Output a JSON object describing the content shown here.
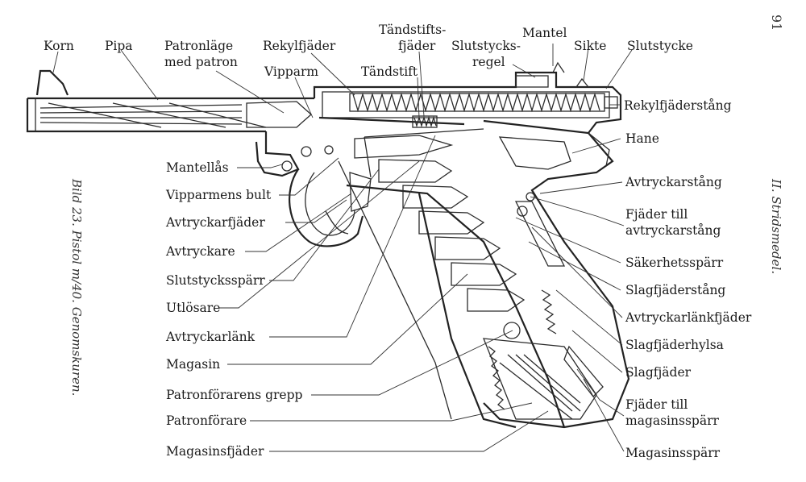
{
  "page_number": "91",
  "caption": "Bild 23. Pistol m/40. Genomskuren.",
  "side_heading": "II. Stridsmedel.",
  "labels": {
    "korn": "Korn",
    "pipa": "Pipa",
    "patronlage_1": "Patronläge",
    "patronlage_2": "med patron",
    "rekylfjader": "Rekylfjäder",
    "vipparm": "Vipparm",
    "tandstiftsfjader_1": "Tändstifts-",
    "tandstiftsfjader_2": "fjäder",
    "tandstift": "Tändstift",
    "slutstycksregel_1": "Slutstycks-",
    "slutstycksregel_2": "regel",
    "mantel": "Mantel",
    "sikte": "Sikte",
    "slutstycke": "Slutstycke",
    "rekylfjaderstang": "Rekylfjäderstång",
    "hane": "Hane",
    "mantellas": "Mantellås",
    "vipparmens_bult": "Vipparmens bult",
    "avtryckarfjader": "Avtryckarfjäder",
    "avtryckare": "Avtryckare",
    "slutstycksparr": "Slutstycksspärr",
    "utlosare": "Utlösare",
    "avtryckarlank": "Avtryckarlänk",
    "magasin": "Magasin",
    "patronforarens_grepp": "Patronförarens grepp",
    "patronforare": "Patronförare",
    "magasinsfjader": "Magasinsfjäder",
    "avtryckarstang": "Avtryckarstång",
    "fjader_avtryckarstang_1": "Fjäder till",
    "fjader_avtryckarstang_2": "avtryckarstång",
    "sakerhetsparr": "Säkerhetsspärr",
    "slagfjaderstang": "Slagfjäderstång",
    "avtryckarlankfjader": "Avtryckarlänkfjäder",
    "slagfjaderhylsa": "Slagfjäderhylsa",
    "slagfjader": "Slagfjäder",
    "fjader_magasinsparr_1": "Fjäder till",
    "fjader_magasinsparr_2": "magasinsspärr",
    "magasinssparr": "Magasinsspärr"
  }
}
